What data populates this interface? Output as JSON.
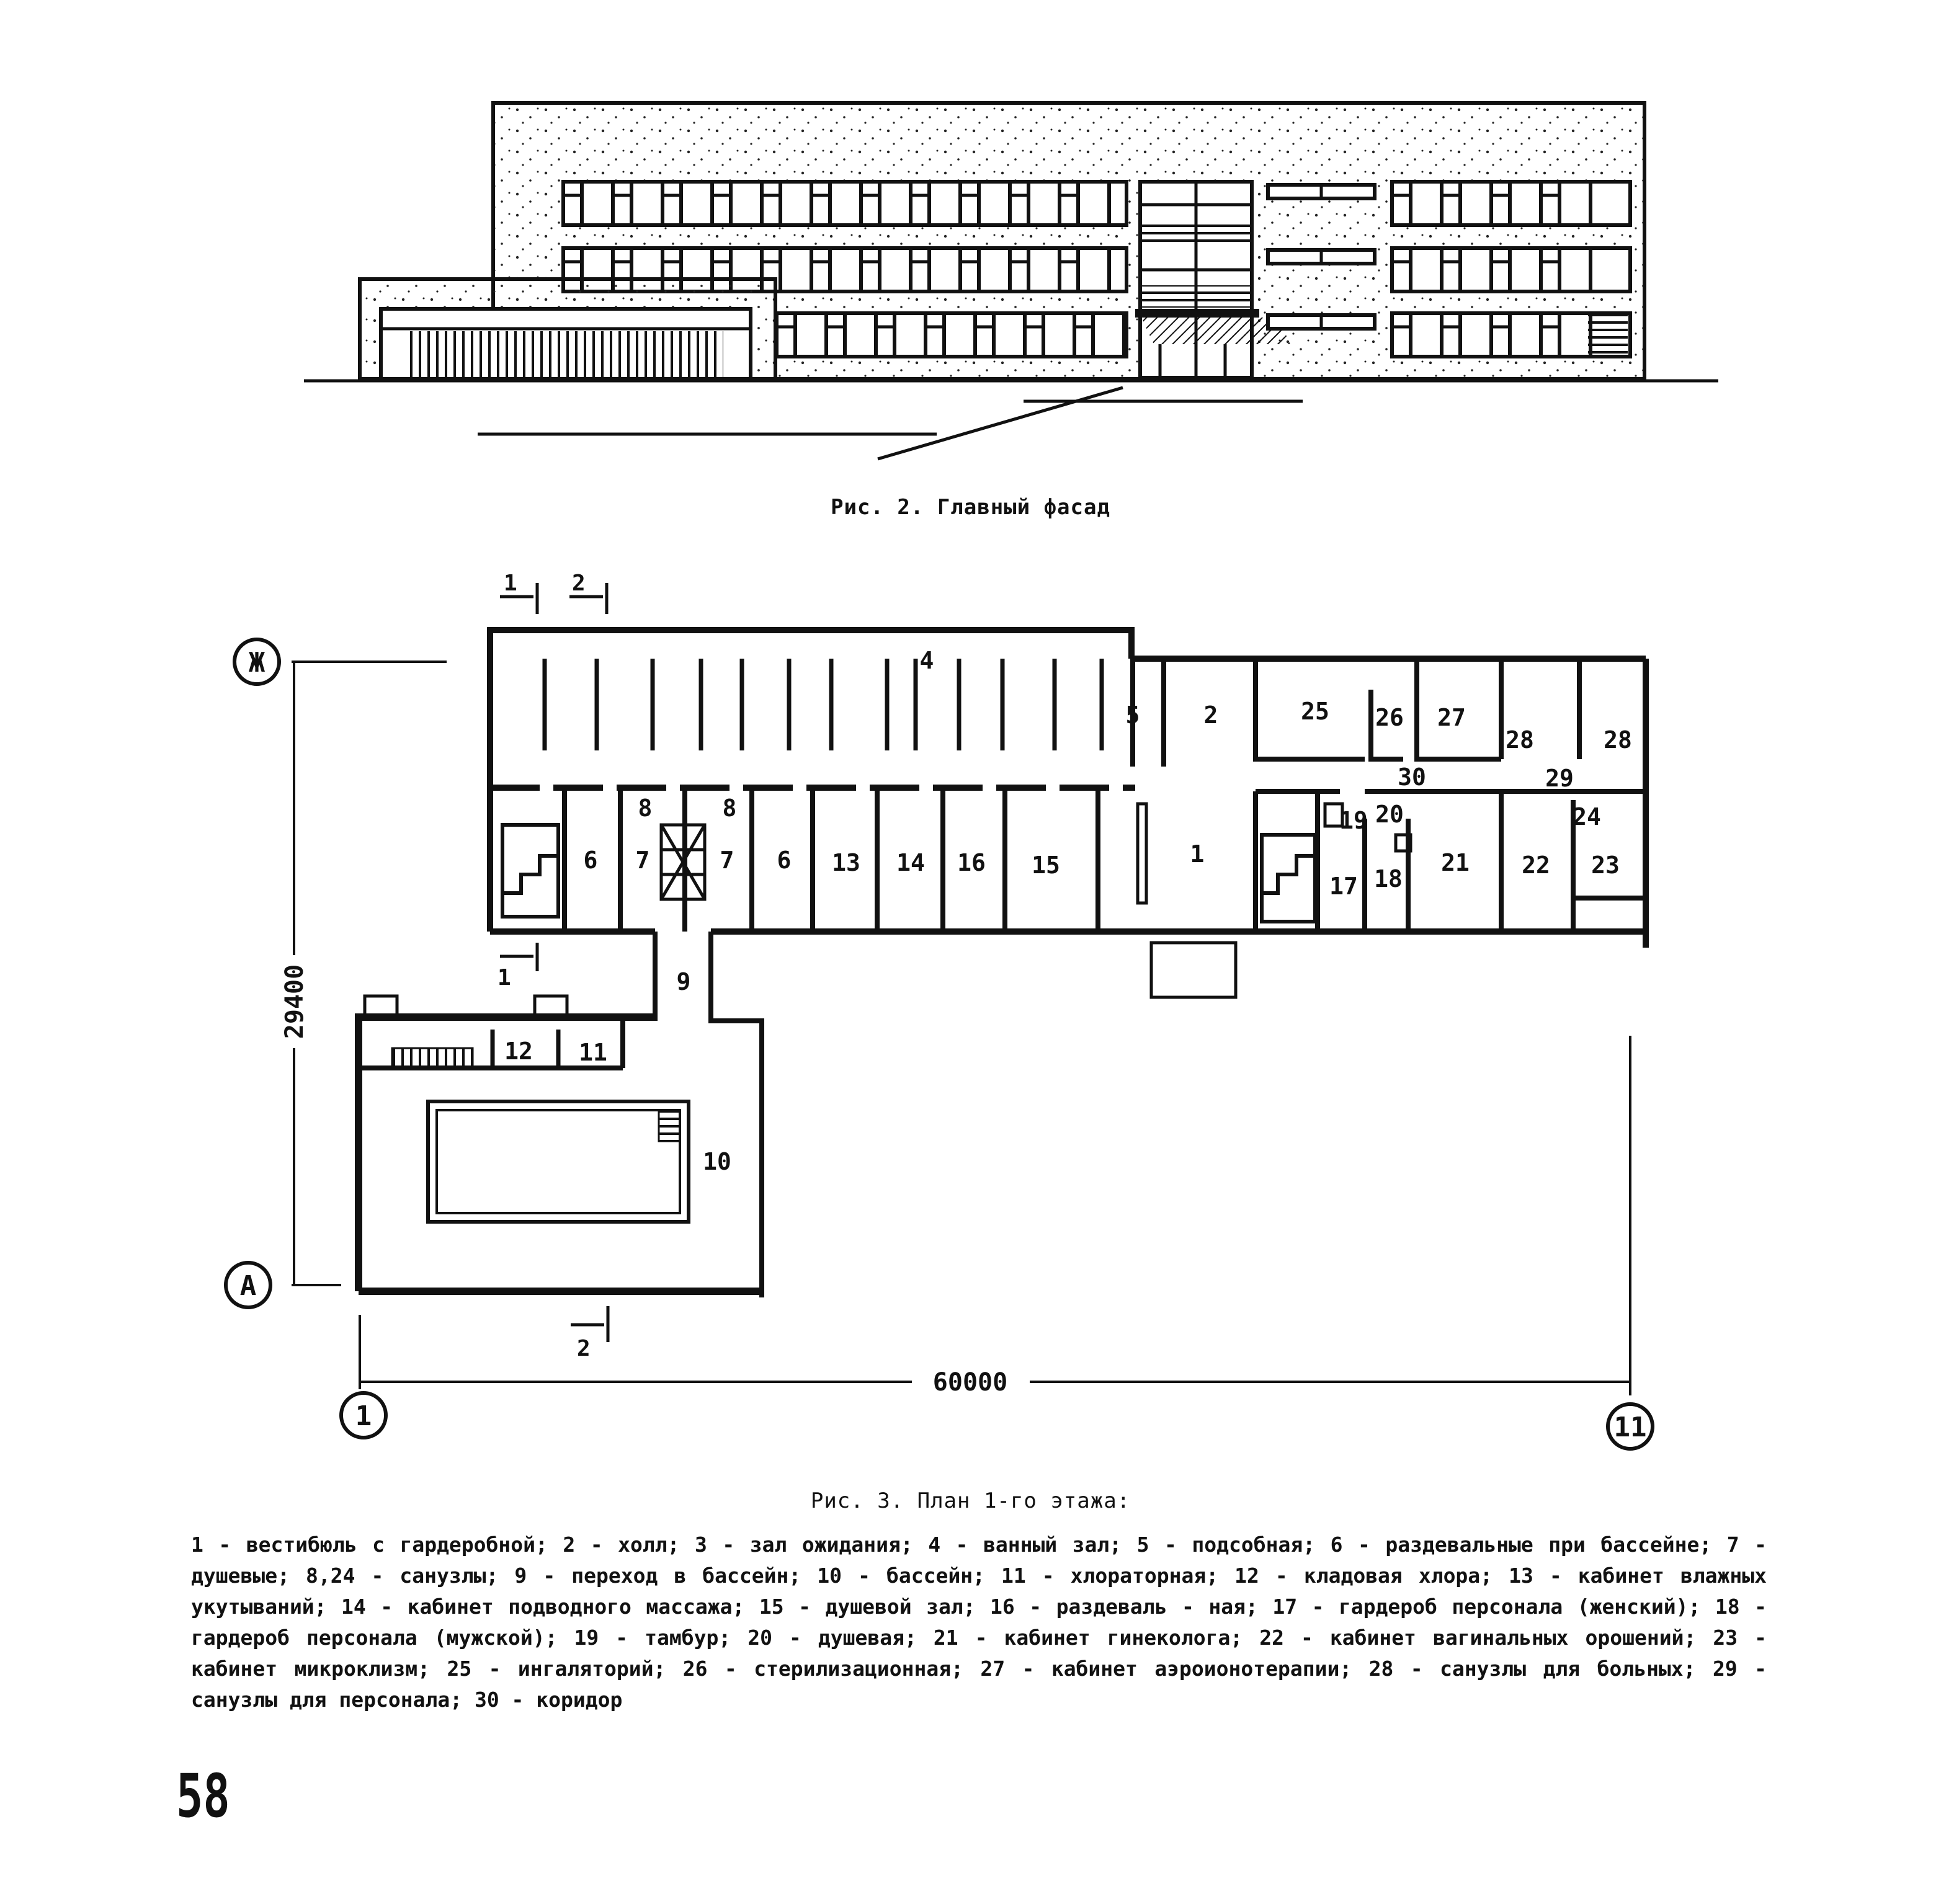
{
  "figure2": {
    "caption": "Рис. 2. Главный фасад"
  },
  "figure3": {
    "caption": "Рис. 3. План 1-го этажа:",
    "legend": "1 - вестибюль с гардеробной; 2 - холл; 3 - зал ожидания; 4 - ванный зал; 5 - подсобная; 6 - раздевальные при бассейне; 7 - душевые; 8,24 - санузлы; 9 - переход в бассейн; 10 - бассейн; 11 - хлораторная; 12 - кладовая хлора; 13 - кабинет влажных укутываний; 14 - кабинет подводного массажа; 15 - душевой зал; 16 - раздеваль - ная; 17 - гардероб персонала (женский); 18 - гардероб персонала (мужской); 19 - тамбур; 20 - душевая; 21 - кабинет гинеколога; 22 - кабинет вагинальных орошений; 23 - кабинет микроклизм; 25 - ингаляторий; 26 - стерилизационная; 27 - кабинет аэроионотерапии; 28 - санузлы для больных; 29 - санузлы для персонала; 30 - коридор",
    "axes": {
      "top": "Ж",
      "bottom": "А",
      "left": "1",
      "right": "11"
    },
    "dimensions": {
      "vertical": "29400",
      "horizontal": "60000"
    },
    "section_marks": [
      "1",
      "2",
      "1",
      "2"
    ],
    "rooms": [
      "4",
      "5",
      "2",
      "25",
      "26",
      "27",
      "28",
      "28",
      "29",
      "30",
      "8",
      "8",
      "6",
      "7",
      "7",
      "6",
      "13",
      "14",
      "16",
      "15",
      "1",
      "19",
      "20",
      "17",
      "18",
      "21",
      "22",
      "24",
      "23",
      "9",
      "12",
      "11",
      "10"
    ]
  },
  "page_number": "58"
}
